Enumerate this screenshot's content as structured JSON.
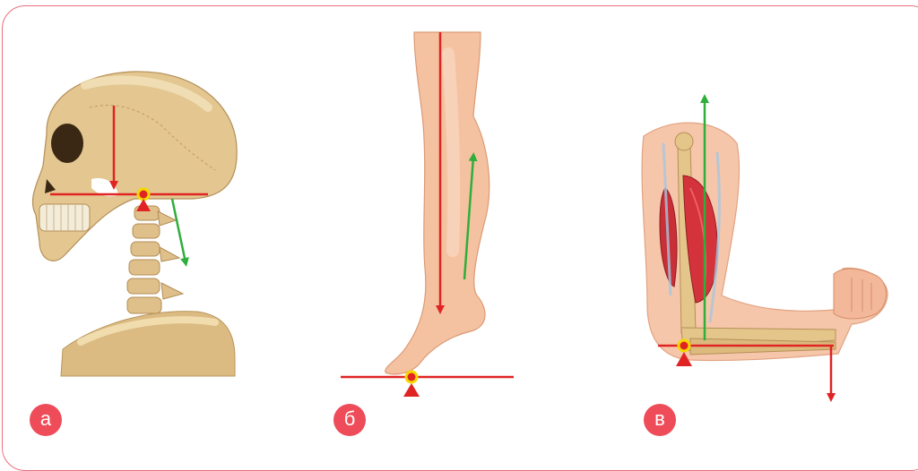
{
  "panels": [
    {
      "id": "skull",
      "label": "а"
    },
    {
      "id": "leg",
      "label": "б"
    },
    {
      "id": "arm",
      "label": "в"
    }
  ],
  "colors": {
    "frame": "#e8707a",
    "badge": "#ee4c58",
    "force_arrow": "#e02424",
    "muscle_arrow": "#2fae3c",
    "fulcrum": "#e02424",
    "pivot_ring": "#f5d800",
    "bone": "#e3c690",
    "skin": "#f4c2a0",
    "muscle": "#d4333b"
  }
}
